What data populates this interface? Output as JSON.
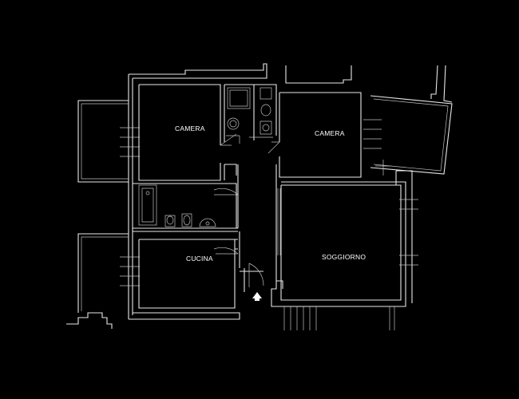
{
  "plan": {
    "rooms": [
      {
        "id": "camera-1",
        "label": "CAMERA"
      },
      {
        "id": "camera-2",
        "label": "CAMERA"
      },
      {
        "id": "cucina",
        "label": "CUCINA"
      },
      {
        "id": "soggiorno",
        "label": "SOGGIORNO"
      }
    ],
    "entrance_marker": "entrance-arrow-icon",
    "colors": {
      "background": "#000000",
      "lines": "#e8e8e8"
    }
  }
}
